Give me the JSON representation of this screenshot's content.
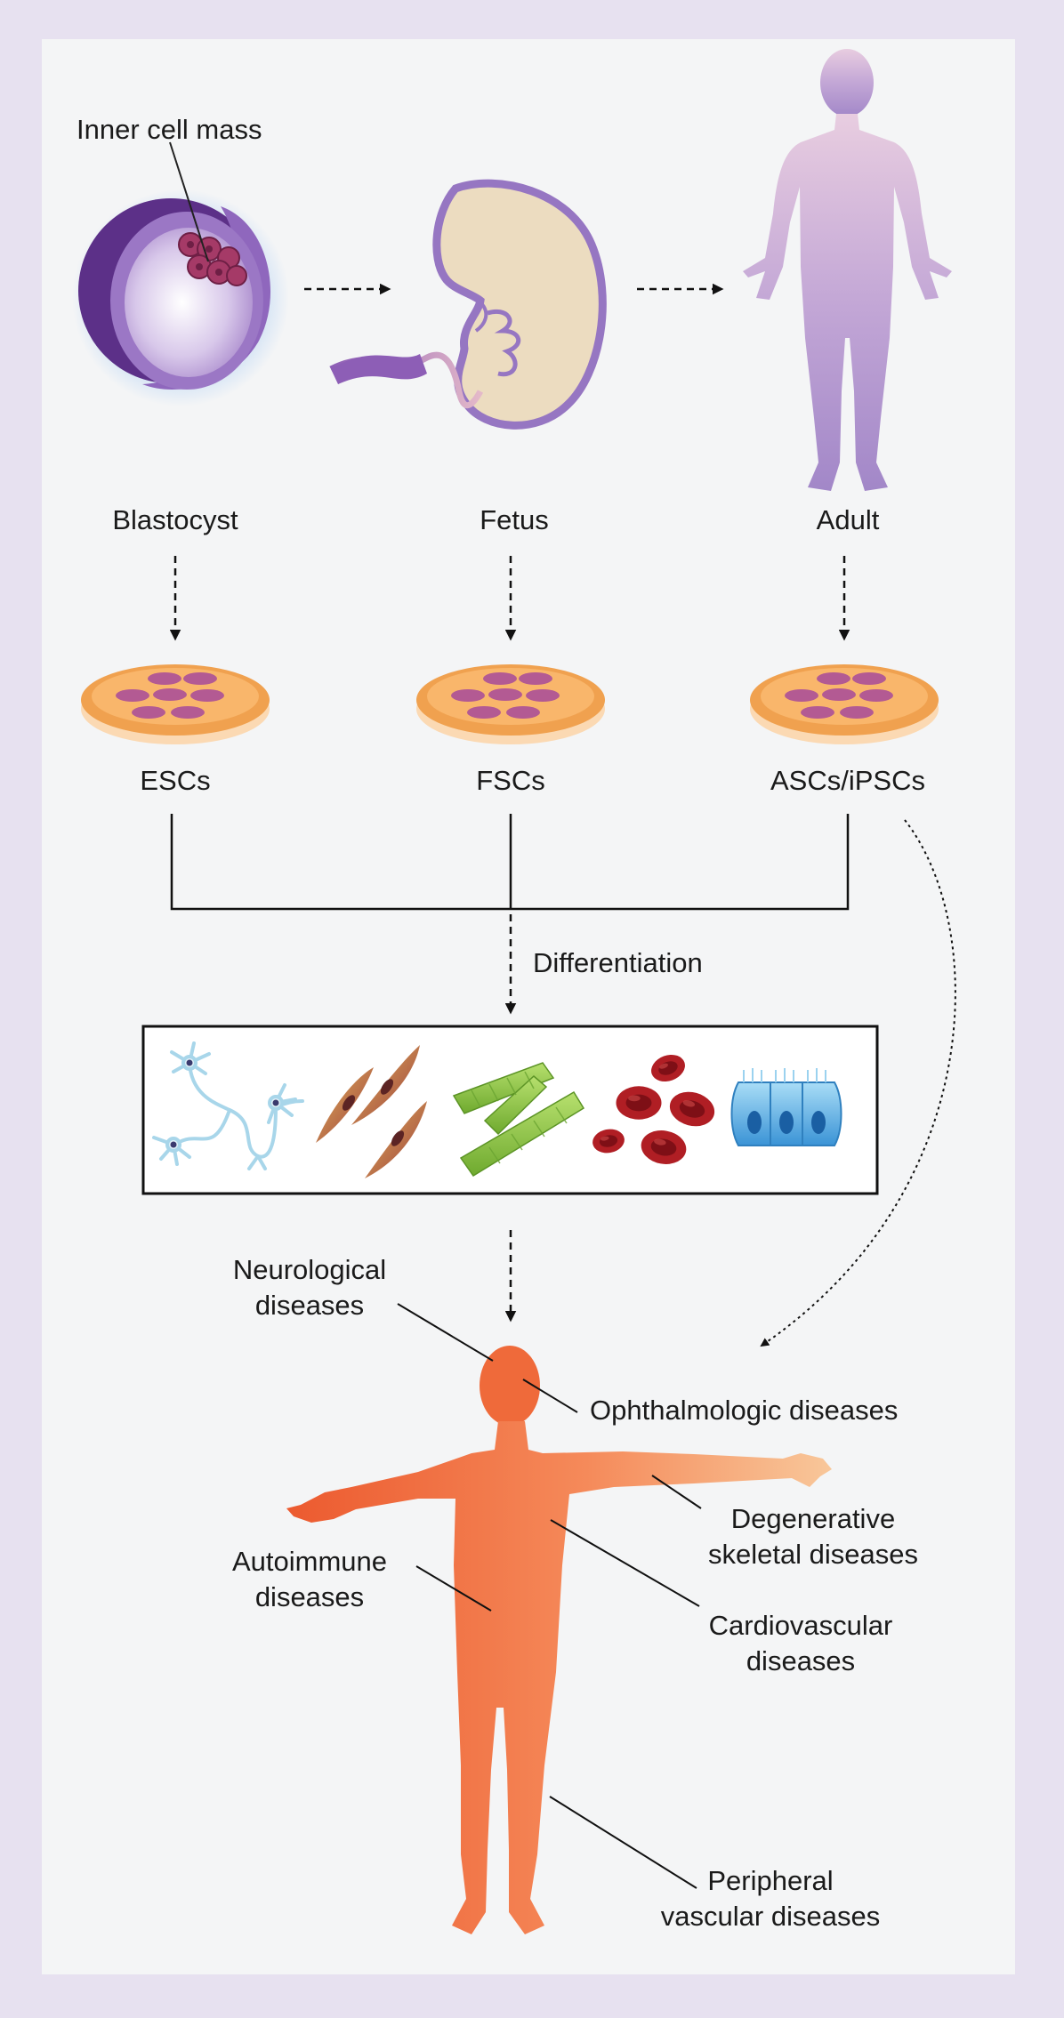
{
  "labels": {
    "inner_cell_mass": "Inner cell mass",
    "blastocyst": "Blastocyst",
    "fetus": "Fetus",
    "adult": "Adult",
    "escs": "ESCs",
    "fscs": "FSCs",
    "ascs_ipscs": "ASCs/iPSCs",
    "differentiation": "Differentiation"
  },
  "diseases": {
    "neurological": "Neurological\ndiseases",
    "ophthalmologic": "Ophthalmologic diseases",
    "degenerative_skeletal": "Degenerative\nskeletal diseases",
    "autoimmune": "Autoimmune\ndiseases",
    "cardiovascular": "Cardiovascular\ndiseases",
    "peripheral_vascular": "Peripheral\nvascular diseases"
  },
  "differentiated_cells": [
    "neuron-cells",
    "smooth-muscle-cells",
    "skeletal-muscle-fibers",
    "red-blood-cells",
    "epithelial-cells"
  ],
  "colors": {
    "background": "#e7e1f0",
    "panel": "#f4f5f6",
    "purple": "#7b4fa6",
    "orange": "#ef6a3a",
    "dish_orange": "#f3a659",
    "cell_pink": "#b35a93"
  }
}
